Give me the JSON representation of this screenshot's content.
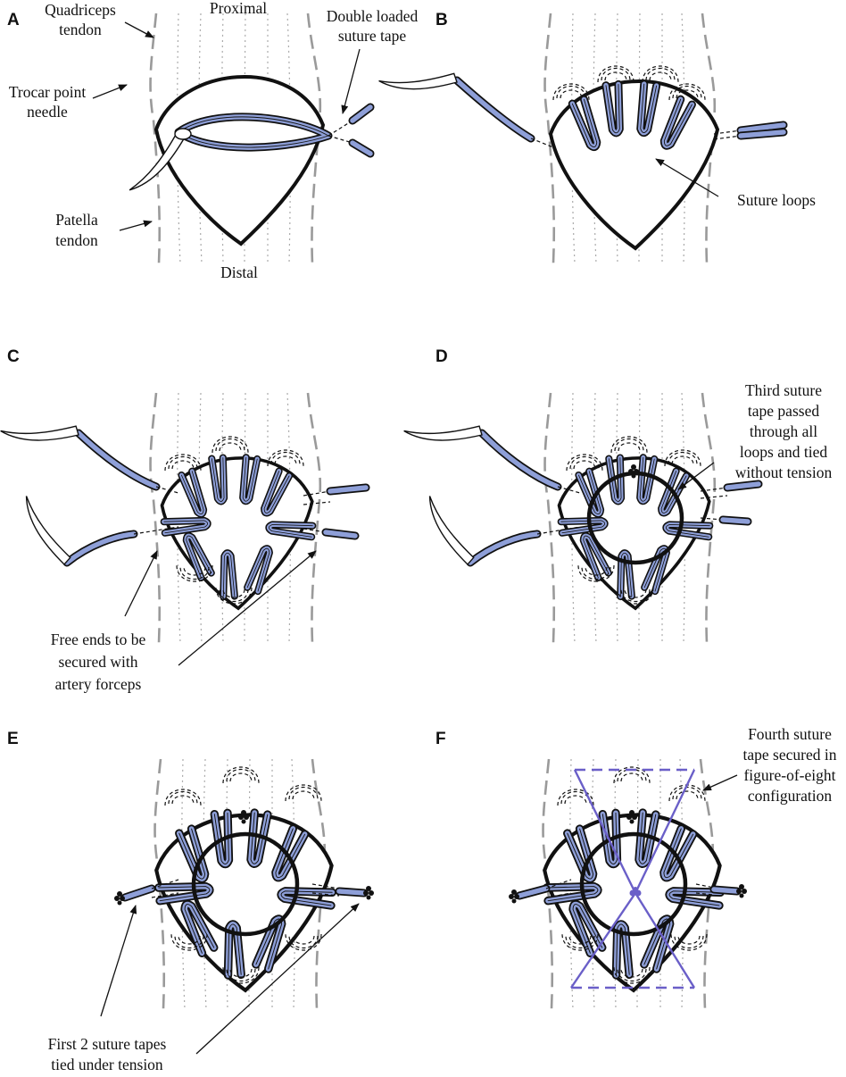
{
  "panels": {
    "A": {
      "letter": "A",
      "quadriceps": [
        "Quadriceps",
        "tendon"
      ],
      "proximal": "Proximal",
      "suture_tape": [
        "Double loaded",
        "suture tape"
      ],
      "needle": [
        "Trocar point",
        "needle"
      ],
      "patella_tendon": [
        "Patella",
        "tendon"
      ],
      "distal": "Distal"
    },
    "B": {
      "letter": "B",
      "loops": "Suture loops"
    },
    "C": {
      "letter": "C",
      "free_ends": [
        "Free ends to be",
        "secured with",
        "artery forceps"
      ]
    },
    "D": {
      "letter": "D",
      "third_tape": [
        "Third suture",
        "tape passed",
        "through all",
        "loops and tied",
        "without tension"
      ]
    },
    "E": {
      "letter": "E",
      "first_two": [
        "First 2 suture tapes",
        "tied under tension"
      ]
    },
    "F": {
      "letter": "F",
      "fourth_tape": [
        "Fourth suture",
        "tape secured in",
        "figure-of-eight",
        "configuration"
      ]
    }
  },
  "colors": {
    "tape": "#8e9fd8",
    "figure_of_eight": "#6a5fc8",
    "tendon": "#9a9a9a"
  }
}
